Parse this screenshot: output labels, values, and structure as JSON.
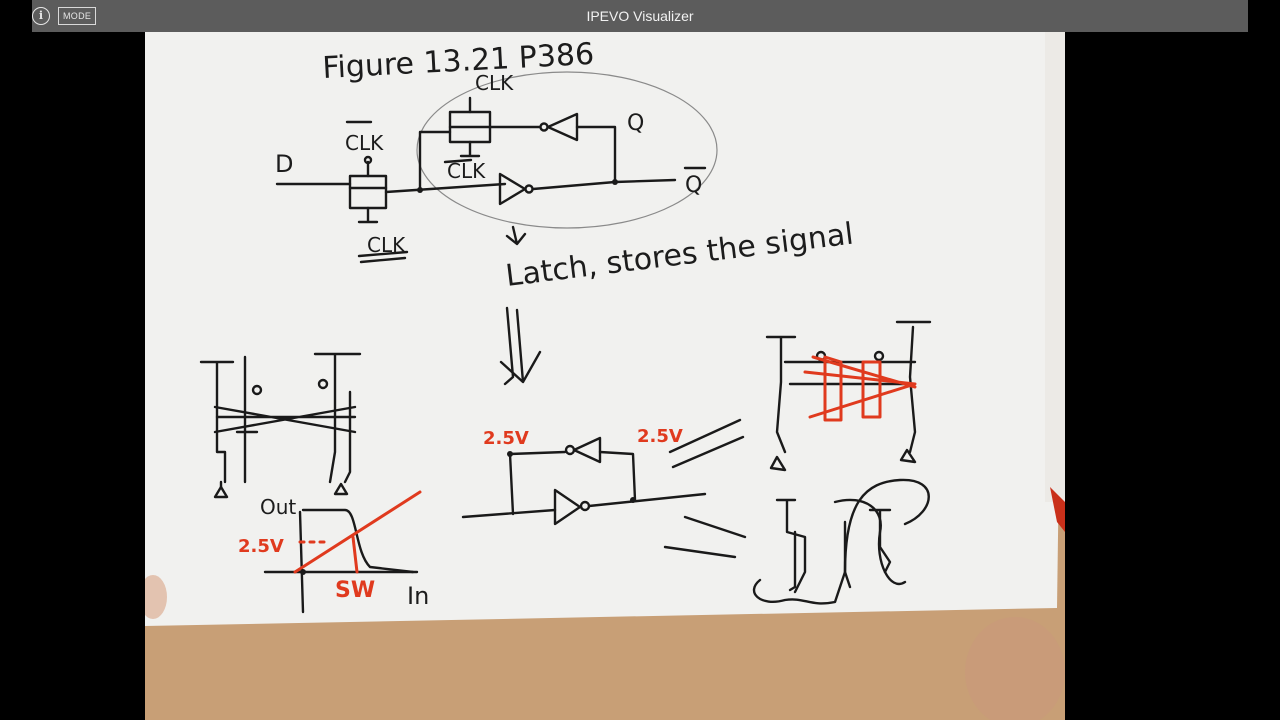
{
  "window": {
    "title": "IPEVO Visualizer",
    "mode_button": "MODE",
    "info_glyph": "i"
  },
  "sketch": {
    "figure_ref": "Figure 13.21 P386",
    "labels": {
      "d": "D",
      "q": "Q",
      "q_bar": "Q",
      "clk_top": "CLK",
      "clk_mid": "CLK",
      "clk_left_top": "CLK",
      "clk_bottom": "CLK"
    },
    "note": "Latch, stores the signal",
    "voltage_left": "2.5V",
    "voltage_right": "2.5V",
    "graph": {
      "y_label": "Out",
      "x_label": "In",
      "level": "2.5V",
      "switch_point": "SW"
    }
  },
  "colors": {
    "titlebar": "#5c5c5c",
    "paper": "#f1f1ef",
    "ink": "#1a1a1a",
    "marker_red": "#e03a1e",
    "desk": "#c89f76"
  }
}
